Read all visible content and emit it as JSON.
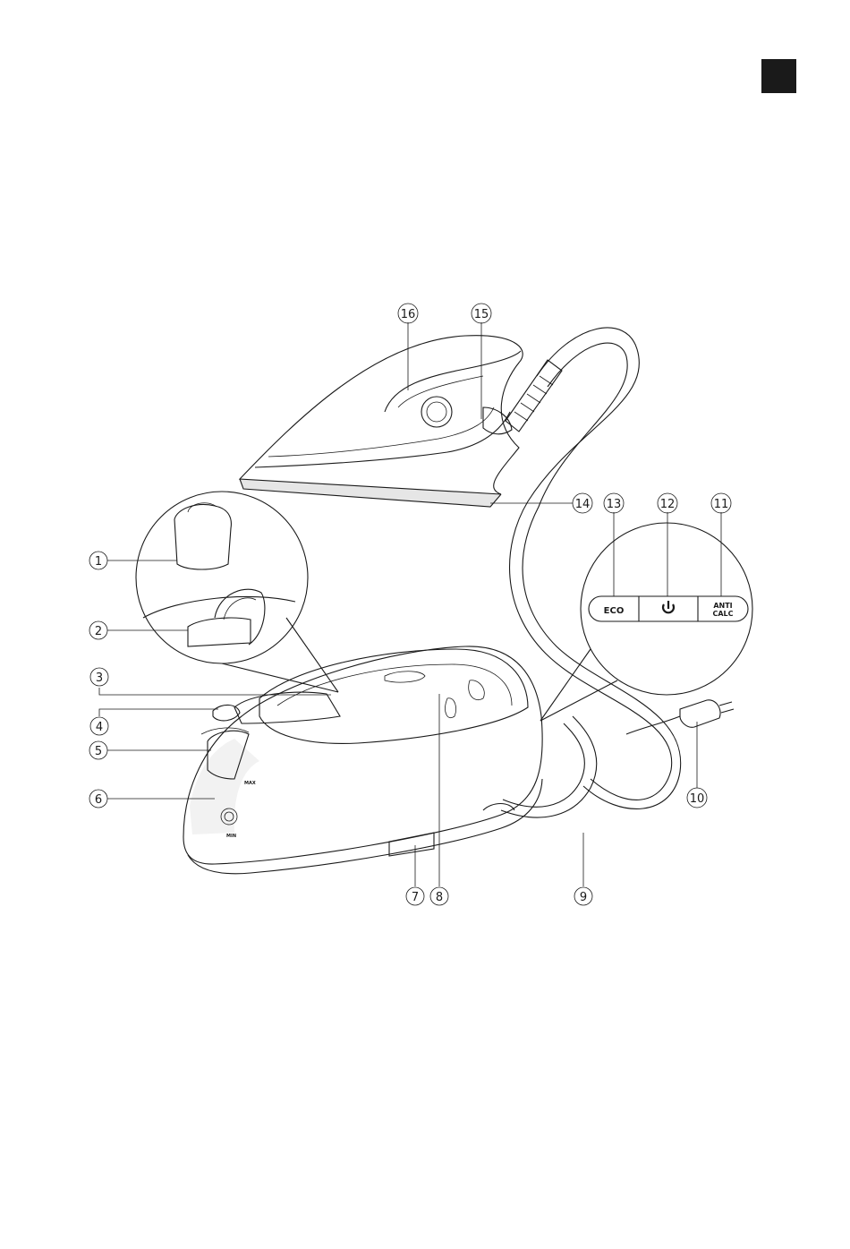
{
  "callouts": [
    {
      "id": "1",
      "label": "1"
    },
    {
      "id": "2",
      "label": "2"
    },
    {
      "id": "3",
      "label": "3"
    },
    {
      "id": "4",
      "label": "4"
    },
    {
      "id": "5",
      "label": "5"
    },
    {
      "id": "6",
      "label": "6"
    },
    {
      "id": "7",
      "label": "7"
    },
    {
      "id": "8",
      "label": "8"
    },
    {
      "id": "9",
      "label": "9"
    },
    {
      "id": "10",
      "label": "10"
    },
    {
      "id": "11",
      "label": "11"
    },
    {
      "id": "12",
      "label": "12"
    },
    {
      "id": "13",
      "label": "13"
    },
    {
      "id": "14",
      "label": "14"
    },
    {
      "id": "15",
      "label": "15"
    },
    {
      "id": "16",
      "label": "16"
    }
  ],
  "control_panel": {
    "eco_label": "ECO",
    "power_icon": "power-icon",
    "anticalc_line1": "ANTI",
    "anticalc_line2": "CALC"
  },
  "tank_markings": {
    "max": "MAX",
    "min": "MIN"
  }
}
